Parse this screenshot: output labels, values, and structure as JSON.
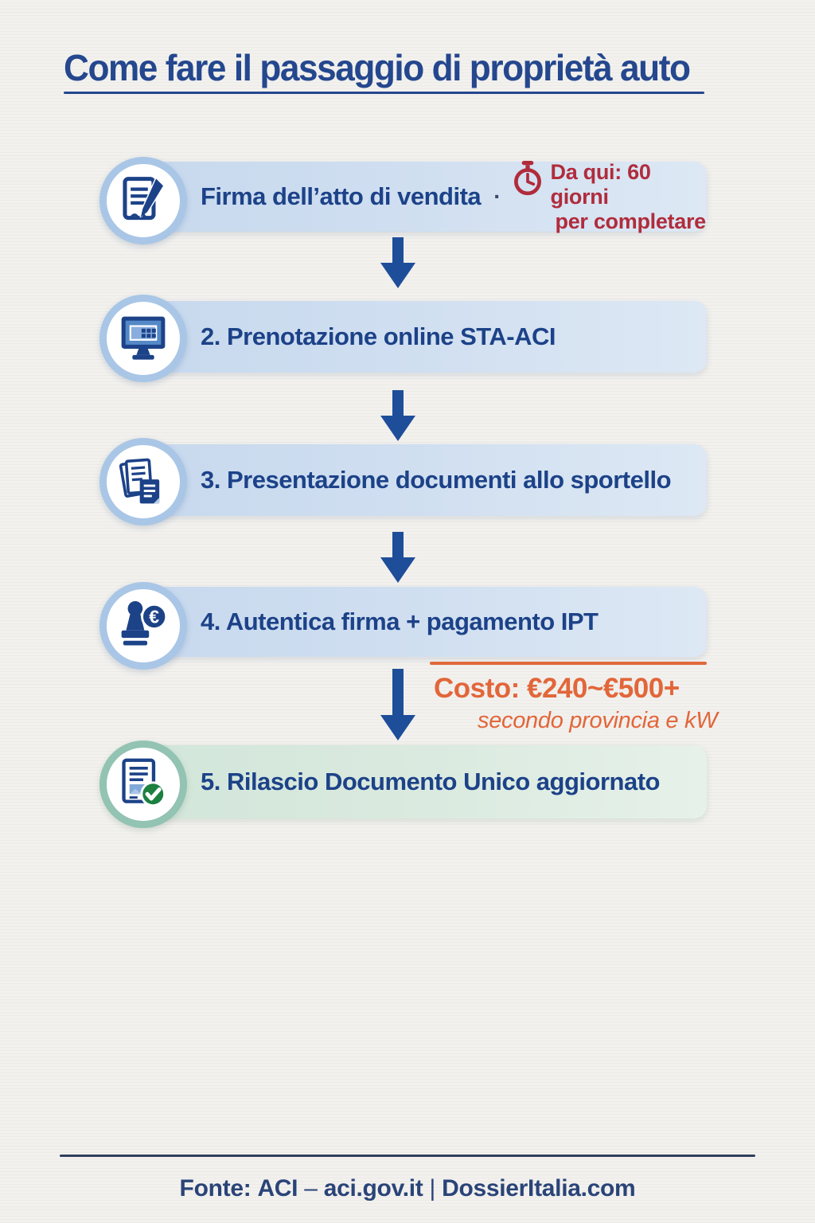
{
  "title": "Come fare il passaggio di proprietà auto",
  "steps": [
    {
      "label": "Firma dell’atto di vendita",
      "icon": "document-pen-icon",
      "separator": "·",
      "deadline_line1": "Da qui: 60 giorni",
      "deadline_line2": "per completare"
    },
    {
      "label": "2. Prenotazione online STA-ACI",
      "icon": "computer-monitor-icon"
    },
    {
      "label": "3. Presentazione documenti allo sportello",
      "icon": "documents-stack-icon"
    },
    {
      "label": "4. Autentica firma + pagamento IPT",
      "icon": "stamp-euro-coin-icon"
    },
    {
      "label": "5. Rilascio Documento Unico aggiornato",
      "icon": "document-check-icon"
    }
  ],
  "cost_note": {
    "amount": "Costo: €240~€500+",
    "detail": "secondo provincia e kW"
  },
  "footer": {
    "label": "Fonte:",
    "source": "ACI",
    "dash": "–",
    "url": "aci.gov.it",
    "divider": "|",
    "brand": "DossierItalia.com"
  },
  "colors": {
    "primary_blue": "#1c4288",
    "title_blue": "#24478e",
    "arrow_blue": "#1e4e99",
    "bar_blue": "#cfdef0",
    "bar_green": "#d9e9de",
    "accent_red": "#b02c3c",
    "accent_orange": "#e2663a",
    "background": "#f2f1ee"
  }
}
